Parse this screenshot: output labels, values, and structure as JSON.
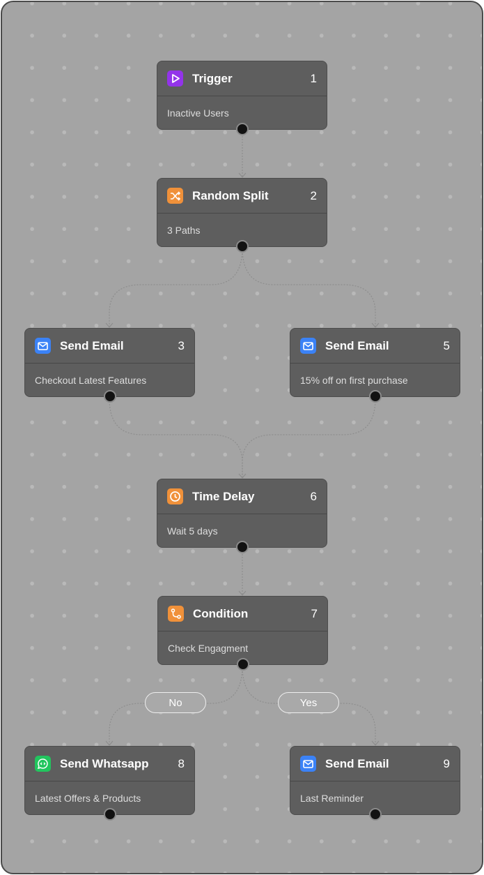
{
  "nodes": [
    {
      "id": "trigger",
      "title": "Trigger",
      "num": "1",
      "sub": "Inactive Users",
      "icon": "play-icon",
      "color": "#9333ea"
    },
    {
      "id": "random-split",
      "title": "Random Split",
      "num": "2",
      "sub": "3 Paths",
      "icon": "shuffle-icon",
      "color": "#f0913a"
    },
    {
      "id": "send-email-3",
      "title": "Send Email",
      "num": "3",
      "sub": "Checkout Latest Features",
      "icon": "mail-icon",
      "color": "#3b82f6"
    },
    {
      "id": "send-email-5",
      "title": "Send Email",
      "num": "5",
      "sub": "15% off on first purchase",
      "icon": "mail-icon",
      "color": "#3b82f6"
    },
    {
      "id": "time-delay",
      "title": "Time Delay",
      "num": "6",
      "sub": "Wait 5 days",
      "icon": "clock-icon",
      "color": "#f0913a"
    },
    {
      "id": "condition",
      "title": "Condition",
      "num": "7",
      "sub": "Check Engagment",
      "icon": "branch-icon",
      "color": "#f0913a"
    },
    {
      "id": "send-whatsapp",
      "title": "Send Whatsapp",
      "num": "8",
      "sub": "Latest Offers & Products",
      "icon": "whatsapp-icon",
      "color": "#22c55e"
    },
    {
      "id": "send-email-9",
      "title": "Send Email",
      "num": "9",
      "sub": "Last Reminder",
      "icon": "mail-icon",
      "color": "#3b82f6"
    }
  ],
  "branches": {
    "no": "No",
    "yes": "Yes"
  }
}
